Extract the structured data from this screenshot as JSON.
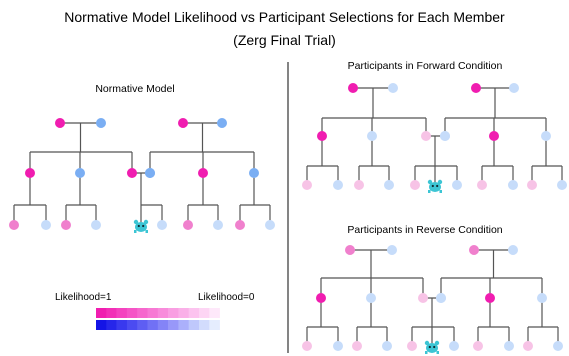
{
  "figure": {
    "title_line1": "Normative Model Likelihood vs Participant Selections for Each Member",
    "title_line2": "(Zerg Final Trial)"
  },
  "panels": [
    {
      "id": "normative",
      "label": "Normative Model"
    },
    {
      "id": "forward",
      "label": "Participants in Forward Condition"
    },
    {
      "id": "reverse",
      "label": "Participants in Reverse Condition"
    }
  ],
  "legend": {
    "high_label": "Likelihood=1",
    "low_label": "Likelihood=0",
    "magenta_ramp": [
      "#f01db0",
      "#f22fb7",
      "#f442bf",
      "#f554c6",
      "#f667cd",
      "#f779d4",
      "#f88bdb",
      "#f99ee2",
      "#fab0e8",
      "#fcc3ef",
      "#fdd5f4",
      "#fee8fa"
    ],
    "blue_ramp": [
      "#1414e6",
      "#2626ea",
      "#3939ee",
      "#4b4bf1",
      "#5e5ef3",
      "#7171f5",
      "#8484f7",
      "#9898f9",
      "#abb0fb",
      "#bfc8fc",
      "#d2dcfd",
      "#e5edfe"
    ]
  },
  "colors": {
    "line": "#555555",
    "divider": "#333333",
    "pink_strong": "#f01db0",
    "pink_mid": "#f080cd",
    "pink_light": "#f7c3e6",
    "blue_strong": "#7aaef3",
    "blue_light": "#c6dcfa",
    "creature": "#3cc5d4"
  },
  "icons": {
    "target": "zerg-creature-icon"
  }
}
